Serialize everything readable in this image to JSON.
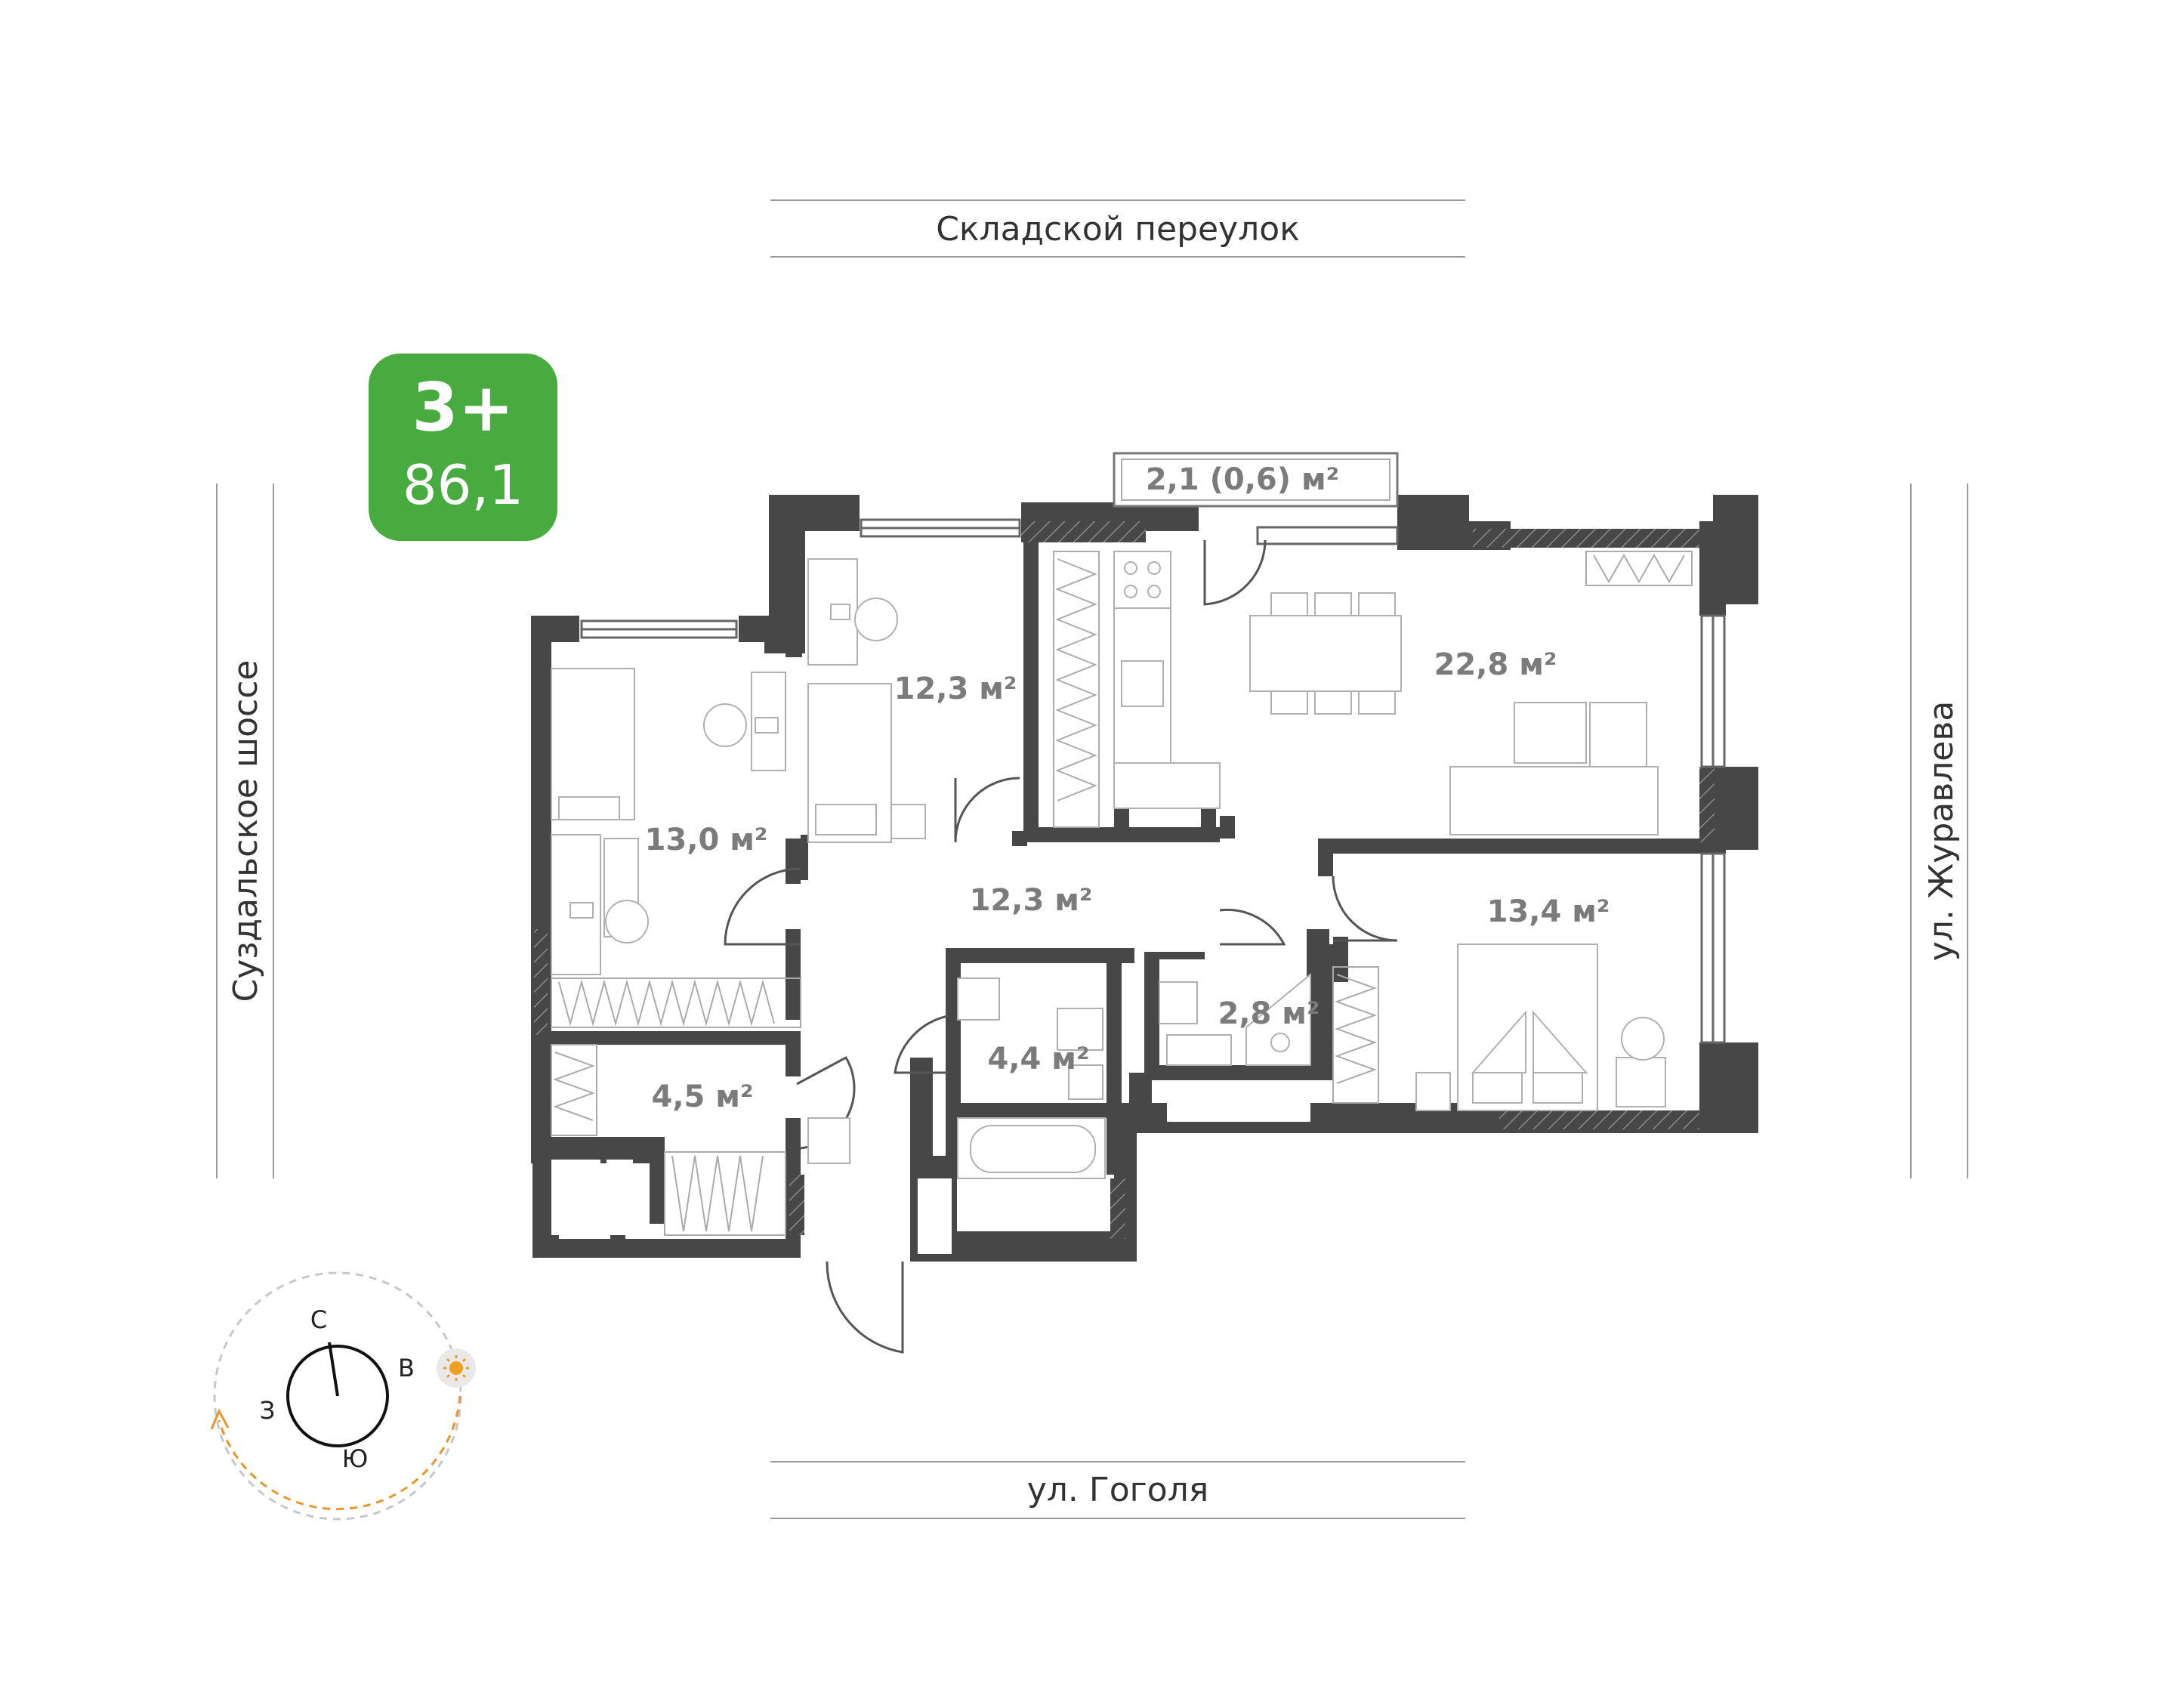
{
  "apartment": {
    "rooms": "3+",
    "total_area": "86,1",
    "accent_color": "#48ab3f"
  },
  "streets": {
    "top": "Складской переулок",
    "bottom": "ул. Гоголя",
    "left": "Суздальское шоссе",
    "right": "ул. Журавлева"
  },
  "rooms": {
    "balcony": "2,1 (0,6) м²",
    "living_kitchen": "22,8 м²",
    "bedroom_1": "12,3 м²",
    "bedroom_2": "13,0 м²",
    "hallway": "12,3 м²",
    "master_bedroom": "13,4 м²",
    "bathroom": "4,4 м²",
    "toilet": "2,8 м²",
    "storage": "4,5 м²"
  },
  "compass": {
    "north": "С",
    "east": "В",
    "south": "Ю",
    "west": "З",
    "sun_color": "#f0a020",
    "path_color": "#e8962a"
  },
  "colors": {
    "wall": "#474747",
    "line": "#9a9a9a"
  }
}
